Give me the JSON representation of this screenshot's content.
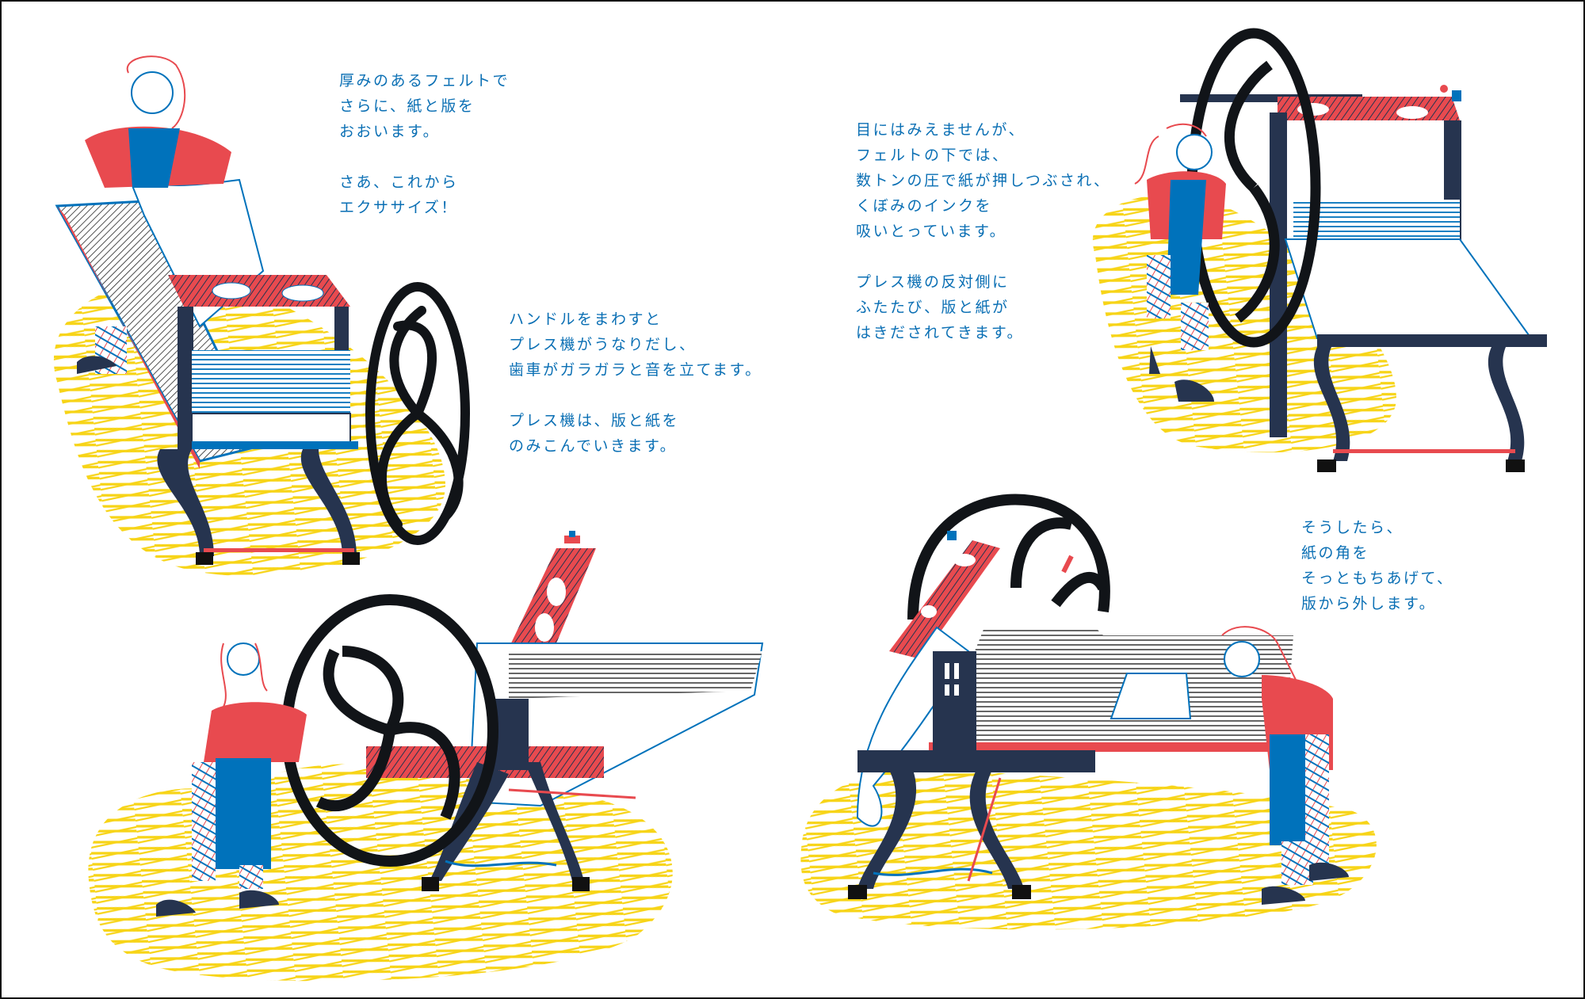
{
  "spread": {
    "background": "#ffffff",
    "border_color": "#111111",
    "palette": {
      "text_blue": "#0a6fb4",
      "yellow": "#f7d417",
      "red": "#e84a4f",
      "blue": "#0072bb",
      "navy": "#26344f",
      "black": "#111418"
    }
  },
  "text_blocks": [
    {
      "id": "block-1",
      "paragraphs": [
        [
          "厚みのあるフェルトで",
          "さらに、紙と版を",
          "おおいます。"
        ],
        [
          "さあ、これから",
          "エクササイズ！"
        ]
      ]
    },
    {
      "id": "block-2",
      "paragraphs": [
        [
          "ハンドルをまわすと",
          "プレス機がうなりだし、",
          "歯車がガラガラと音を立てます。"
        ],
        [
          "プレス機は、版と紙を",
          "のみこんでいきます。"
        ]
      ]
    },
    {
      "id": "block-3",
      "paragraphs": [
        [
          "目にはみえませんが、",
          "フェルトの下では、",
          "数トンの圧で紙が押しつぶされ、",
          "くぼみのインクを",
          "吸いとっています。"
        ],
        [
          "プレス機の反対側に",
          "ふたたび、版と紙が",
          "はきだされてきます。"
        ]
      ]
    },
    {
      "id": "block-4",
      "paragraphs": [
        [
          "そうしたら、",
          "紙の角を",
          "そっともちあげて、",
          "版から外します。"
        ]
      ]
    }
  ],
  "illustrations": [
    {
      "id": "scene-top-left",
      "subject": "woman laying felt blanket over etching press bed",
      "icon": "etching-press-icon"
    },
    {
      "id": "scene-top-right",
      "subject": "woman turning press wheel, bed emerging on other side",
      "icon": "etching-press-icon"
    },
    {
      "id": "scene-bottom-left",
      "subject": "woman cranking large star wheel of press",
      "icon": "etching-press-icon"
    },
    {
      "id": "scene-bottom-right",
      "subject": "woman lifting corner of printed paper from plate",
      "icon": "etching-press-icon"
    }
  ]
}
